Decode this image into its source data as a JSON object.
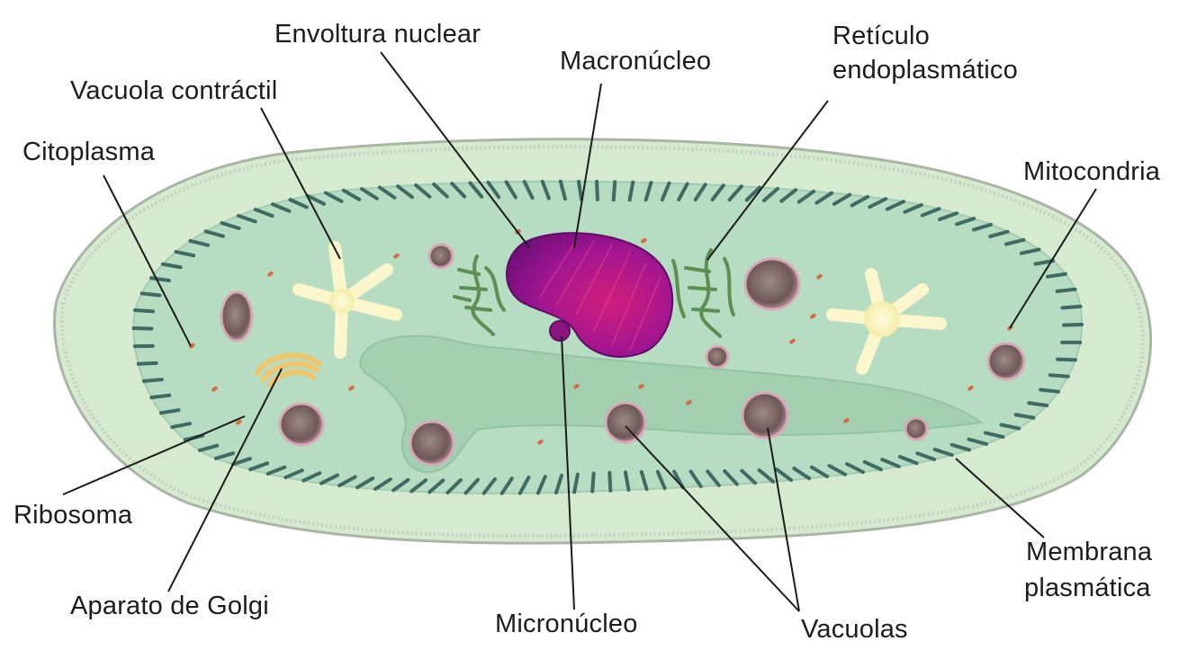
{
  "labels": {
    "envoltura_nuclear": "Envoltura nuclear",
    "macronucleo": "Macronúcleo",
    "reticulo_line1": "Retículo",
    "reticulo_line2": "endoplasmático",
    "vacuola_contractil": "Vacuola contráctil",
    "citoplasma": "Citoplasma",
    "mitocondria": "Mitocondria",
    "ribosoma": "Ribosoma",
    "aparato_golgi": "Aparato de Golgi",
    "micronucleo": "Micronúcleo",
    "vacuolas": "Vacuolas",
    "membrana_line1": "Membrana",
    "membrana_line2": "plasmática"
  },
  "colors": {
    "outer_body": "#d6ead0",
    "inner_body": "#b6dcc2",
    "cilia": "#3f6b62",
    "macronucleus": "#9c1390",
    "micronucleus": "#8a1580",
    "er": "#5c8f52",
    "contractile_vacuole": "#fbf6cc",
    "golgi": "#f0c66c",
    "vacuole": "#7a6060",
    "ribosome": "#d86a46"
  }
}
